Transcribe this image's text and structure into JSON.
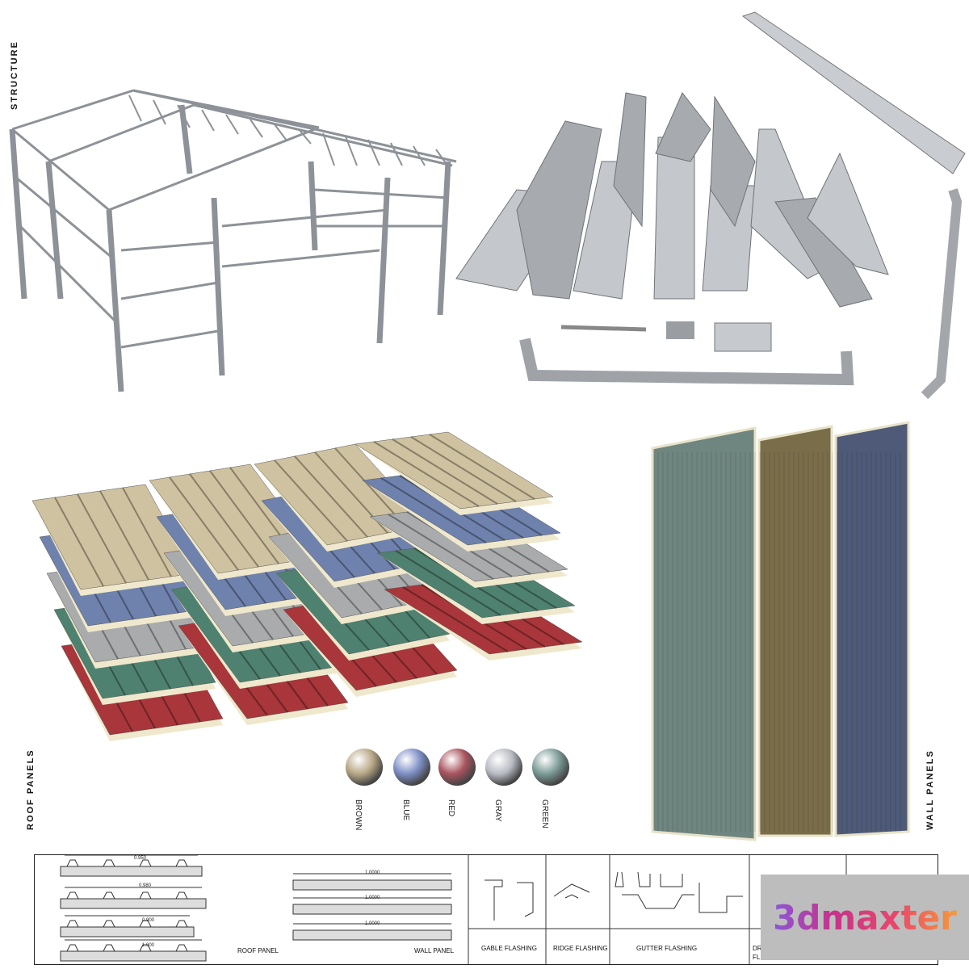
{
  "labels": {
    "structure": "STRUCTURE",
    "roof_panels": "ROOF PANELS",
    "wall_panels": "WALL PANELS"
  },
  "swatches": [
    {
      "name": "BROWN",
      "color": "#b8a886"
    },
    {
      "name": "BLUE",
      "color": "#7d8fc6"
    },
    {
      "name": "RED",
      "color": "#a9545e"
    },
    {
      "name": "GRAY",
      "color": "#b9bcc4"
    },
    {
      "name": "GREEN",
      "color": "#7c9c98"
    }
  ],
  "roof_colors": {
    "beige": "#cfc2a0",
    "blue": "#6f82ad",
    "gray": "#a9abad",
    "green": "#4f8170",
    "red": "#a8363a",
    "foam": "#efe8cc"
  },
  "wall_colors": {
    "green": "#6f8580",
    "brown": "#7a6d4a",
    "blue": "#4e5a78"
  },
  "table": {
    "roof_dims": [
      "0.950",
      "0.980",
      "0.900",
      "1.000"
    ],
    "roof_label": "ROOF PANEL",
    "wall_dims": [
      "1.0000",
      "1.0000",
      "1.0000"
    ],
    "wall_label": "WALL PANEL",
    "flashings": [
      "GABLE FLASHING",
      "RIDGE FLASHING",
      "GUTTER FLASHING"
    ],
    "partial_label": [
      "DR",
      "FL"
    ]
  },
  "watermark": "3dmaxter"
}
